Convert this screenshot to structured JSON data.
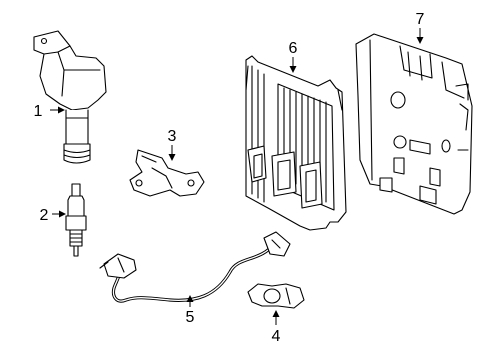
{
  "callouts": [
    "1",
    "2",
    "3",
    "4",
    "5",
    "6",
    "7"
  ],
  "colors": {
    "line": "#000000",
    "background": "#ffffff"
  },
  "parts": [
    "ignition-coil",
    "spark-plug",
    "camshaft-position-sensor",
    "crankshaft-position-sensor",
    "oxygen-sensor",
    "engine-control-module",
    "ecm-bracket"
  ]
}
